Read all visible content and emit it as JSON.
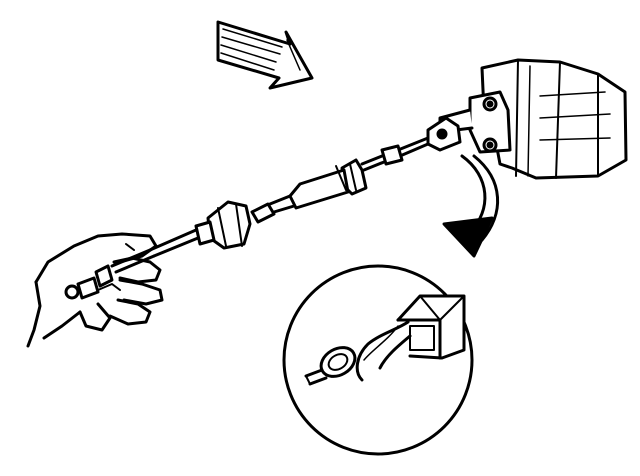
{
  "diagram": {
    "colors": {
      "ink": "#000000",
      "paper": "#ffffff"
    },
    "elements": {
      "direction_arrow": "block-arrow-icon",
      "curved_arrow": "curved-arrow-icon",
      "hand": "hand-holding-tool",
      "cable": "cable-assembly",
      "actuator": "actuator-housing",
      "detail": "detail-callout-circle"
    }
  }
}
